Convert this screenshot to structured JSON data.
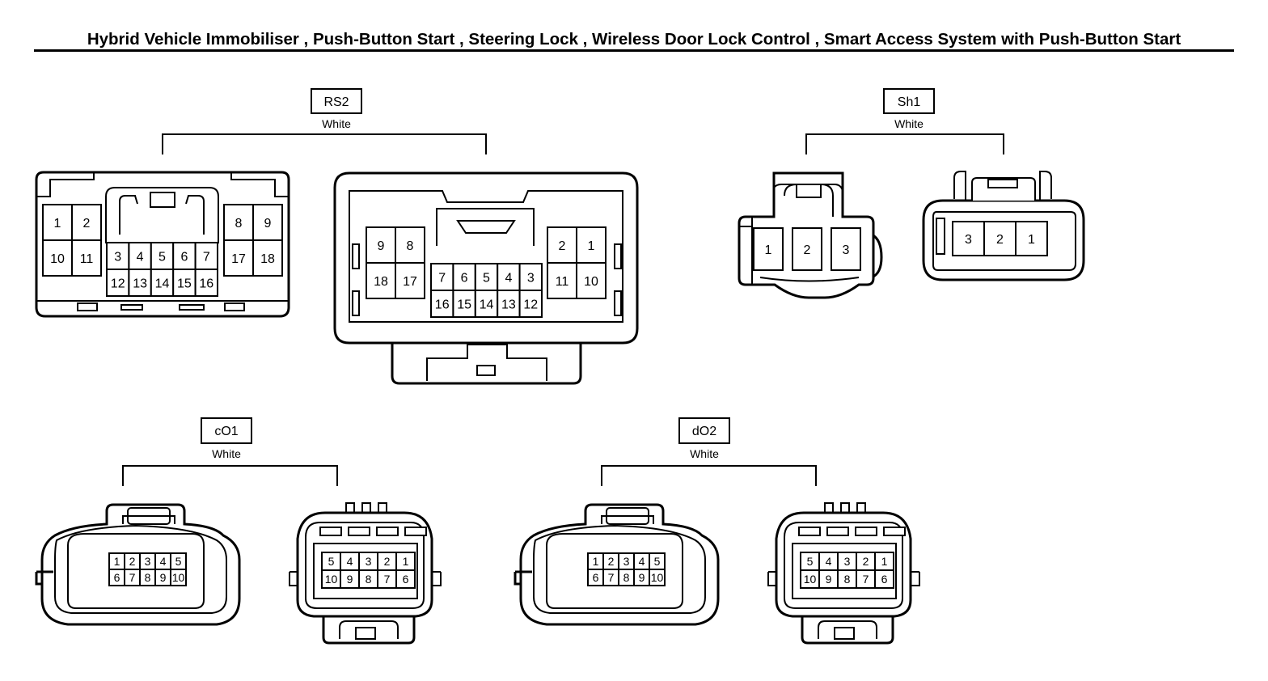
{
  "title": "Hybrid Vehicle Immobiliser , Push-Button Start , Steering Lock , Wireless Door Lock Control , Smart Access System with Push-Button Start",
  "connectors": {
    "rs2": {
      "label": "RS2",
      "color": "White",
      "left": {
        "l_top": [
          "1",
          "2"
        ],
        "l_bot": [
          "10",
          "11"
        ],
        "c_top": [
          "3",
          "4",
          "5",
          "6",
          "7"
        ],
        "c_bot": [
          "12",
          "13",
          "14",
          "15",
          "16"
        ],
        "r_top": [
          "8",
          "9"
        ],
        "r_bot": [
          "17",
          "18"
        ]
      },
      "right": {
        "l_top": [
          "9",
          "8"
        ],
        "l_bot": [
          "18",
          "17"
        ],
        "c_top": [
          "7",
          "6",
          "5",
          "4",
          "3"
        ],
        "c_bot": [
          "16",
          "15",
          "14",
          "13",
          "12"
        ],
        "r_top": [
          "2",
          "1"
        ],
        "r_bot": [
          "11",
          "10"
        ]
      }
    },
    "sh1": {
      "label": "Sh1",
      "color": "White",
      "left": [
        "1",
        "2",
        "3"
      ],
      "right": [
        "3",
        "2",
        "1"
      ]
    },
    "co1": {
      "label": "cO1",
      "color": "White",
      "left": {
        "top": [
          "1",
          "2",
          "3",
          "4",
          "5"
        ],
        "bot": [
          "6",
          "7",
          "8",
          "9",
          "10"
        ]
      },
      "right": {
        "top": [
          "5",
          "4",
          "3",
          "2",
          "1"
        ],
        "bot": [
          "10",
          "9",
          "8",
          "7",
          "6"
        ]
      }
    },
    "do2": {
      "label": "dO2",
      "color": "White",
      "left": {
        "top": [
          "1",
          "2",
          "3",
          "4",
          "5"
        ],
        "bot": [
          "6",
          "7",
          "8",
          "9",
          "10"
        ]
      },
      "right": {
        "top": [
          "5",
          "4",
          "3",
          "2",
          "1"
        ],
        "bot": [
          "10",
          "9",
          "8",
          "7",
          "6"
        ]
      }
    }
  }
}
